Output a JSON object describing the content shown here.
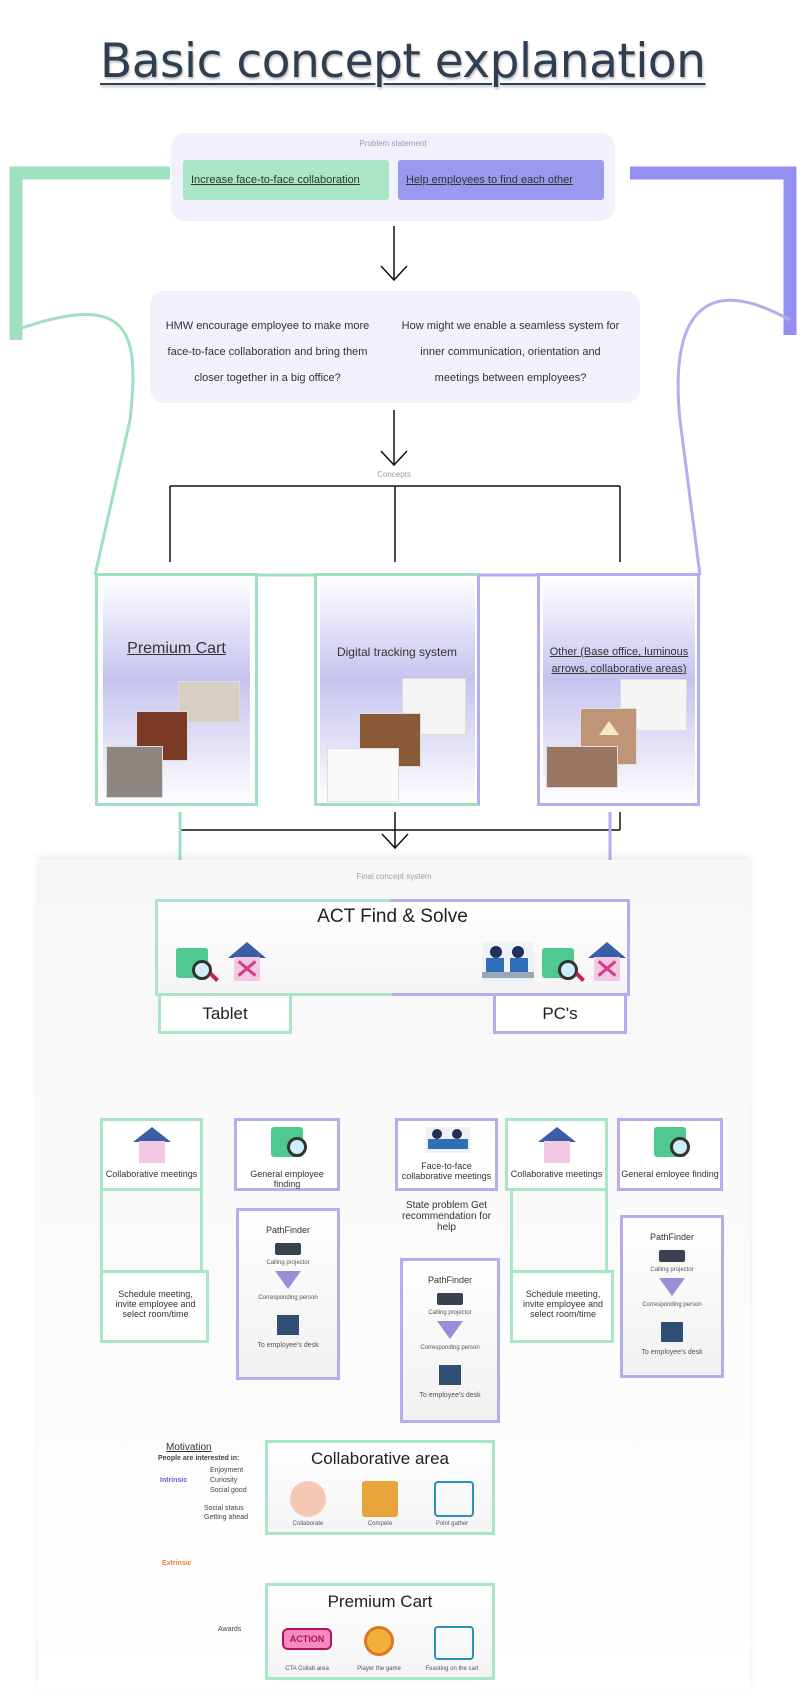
{
  "title": "Basic concept explanation",
  "problem": {
    "caption": "Problem statement",
    "green_label": "Increase face-to-face collaboration",
    "purple_label": "Help employees to find each other"
  },
  "hmw": {
    "left": "HMW encourage employee to make more face-to-face collaboration and bring them closer together in a big office?",
    "right": "How might we enable a seamless system for inner communication, orientation and meetings between employees?"
  },
  "concepts_caption": "Concepts",
  "concepts": [
    {
      "title": "Premium Cart"
    },
    {
      "title": "Digital  tracking system"
    },
    {
      "title": "Other (Base office, luminous arrows, collaborative areas)"
    }
  ],
  "final": {
    "caption": "Final concept system",
    "act_title": "ACT Find & Solve",
    "tablet_label": "Tablet",
    "pcs_label": "PC's"
  },
  "features": {
    "tablet_collab": "Collaborative meetings",
    "tablet_finding": "General employee finding",
    "pc_face": "Face-to-face collaborative meetings",
    "pc_collab": "Collaborative meetings",
    "pc_finding": "General emloyee finding",
    "schedule_a": "Schedule meeting, invite employee and select room/time",
    "schedule_b": "Schedule meeting, invite employee and select room/time",
    "state_problem": "State problem Get recommendation for help"
  },
  "pathfinder": {
    "title": "PathFinder",
    "step1": "Calling projector",
    "step2": "Corresponding person",
    "step3": "To employee's desk"
  },
  "motivation": {
    "title": "Motivation",
    "subtitle": "People are interested in:",
    "intrinsic": "Intrinsic",
    "intrinsic_items": [
      "Enjoyment",
      "Curiosity",
      "Social good"
    ],
    "extrinsic": "Extrinsic",
    "extrinsic_items": [
      "Social status",
      "Getting ahead",
      "Awards"
    ]
  },
  "collab_area": {
    "title": "Collaborative area",
    "items": [
      "Collaborate",
      "Compete",
      "Point gather"
    ]
  },
  "premium_cart": {
    "title": "Premium Cart",
    "items": [
      "CTA Collab area",
      "Player the game",
      "Feasting on the cart"
    ],
    "action_badge": "ACTION"
  },
  "colors": {
    "green": "#9fe0be",
    "purple": "#b3aeef",
    "green_fill": "#a8e6c5",
    "purple_fill": "#9b98ef"
  }
}
